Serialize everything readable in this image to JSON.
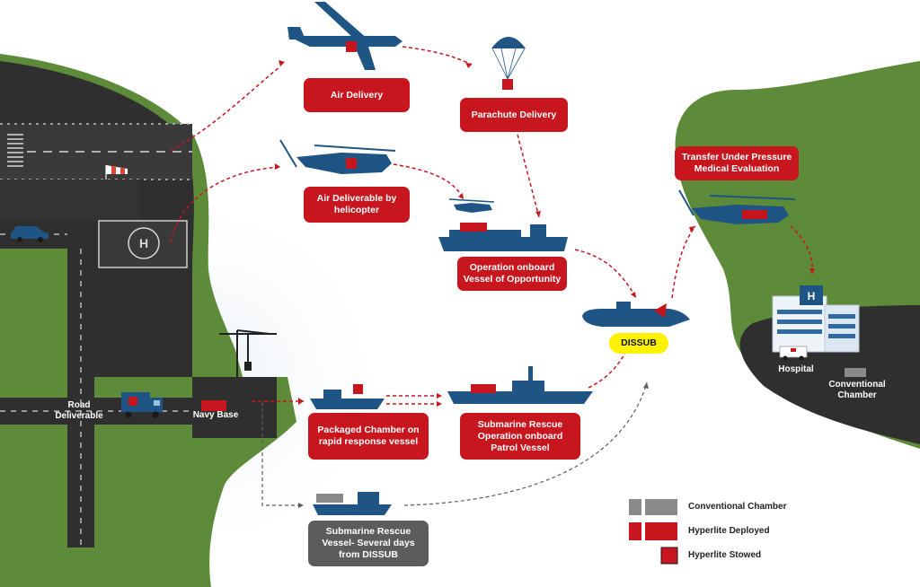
{
  "colors": {
    "navy": "#1f5584",
    "red": "#c8161e",
    "green": "#5e8b3a",
    "asphalt": "#2f2f2f",
    "grey": "#8a8a8a",
    "highlight": "#fff200"
  },
  "labels": {
    "air_delivery": "Air Delivery",
    "parachute_delivery": "Parachute Delivery",
    "air_helicopter": "Air Deliverable by\nhelicopter",
    "vessel_of_opportunity": "Operation onboard\nVessel of Opportunity",
    "dissub": "DISSUB",
    "transfer": "Transfer Under Pressure\nMedical Evaluation",
    "packaged_chamber": "Packaged Chamber on\nrapid response vessel",
    "patrol_vessel": "Submarine Rescue\nOperation onboard\nPatrol Vessel",
    "rescue_vessel": "Submarine Rescue\nVessel- Several days\nfrom DISSUB",
    "road_deliverable": "Road\nDeliverable",
    "navy_base": "Navy Base",
    "hospital": "Hospital",
    "conventional_chamber": "Conventional\nChamber"
  },
  "helipad_letter": "H",
  "hospital_sign": "H",
  "legend": [
    {
      "key": "conventional",
      "label": "Conventional Chamber",
      "color": "#8a8a8a"
    },
    {
      "key": "deployed",
      "label": "Hyperlite Deployed",
      "color": "#c8161e"
    },
    {
      "key": "stowed",
      "label": "Hyperlite Stowed",
      "color": "#c8161e"
    }
  ]
}
